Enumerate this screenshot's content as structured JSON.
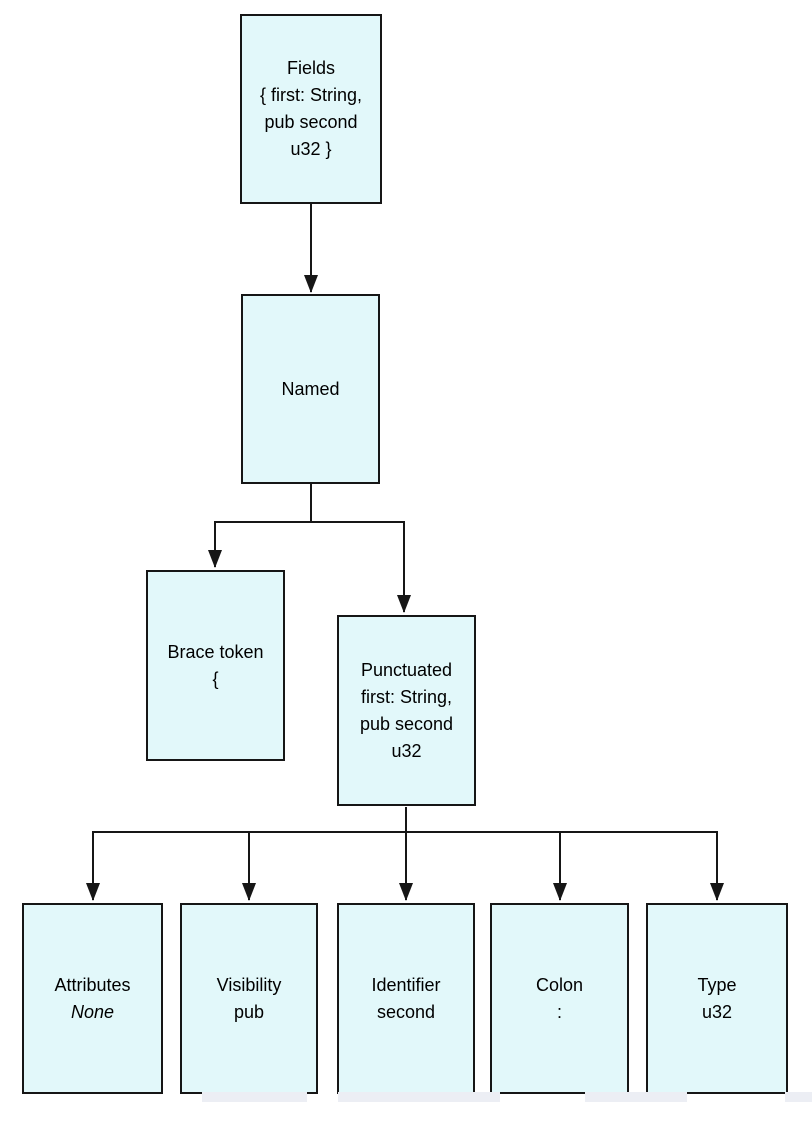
{
  "colors": {
    "background": "#ffffff",
    "node_fill": "#e2f8fa",
    "node_border": "#161616",
    "connector_color": "#161616",
    "text_color": "#000000",
    "artifact_strip": "#eceef4"
  },
  "nodes": {
    "fields": {
      "lines": [
        "Fields",
        "{ first: String,",
        "pub second",
        "u32 }"
      ]
    },
    "named": {
      "lines": [
        "Named"
      ]
    },
    "brace_token": {
      "lines": [
        "Brace token",
        "{"
      ]
    },
    "punctuated": {
      "lines": [
        "Punctuated",
        "first: String,",
        "pub second",
        "u32"
      ]
    },
    "attributes": {
      "lines": [
        "Attributes",
        "None"
      ]
    },
    "visibility": {
      "lines": [
        "Visibility",
        "pub"
      ]
    },
    "identifier": {
      "lines": [
        "Identifier",
        "second"
      ]
    },
    "colon": {
      "lines": [
        "Colon",
        ":"
      ]
    },
    "type": {
      "lines": [
        "Type",
        "u32"
      ]
    }
  }
}
